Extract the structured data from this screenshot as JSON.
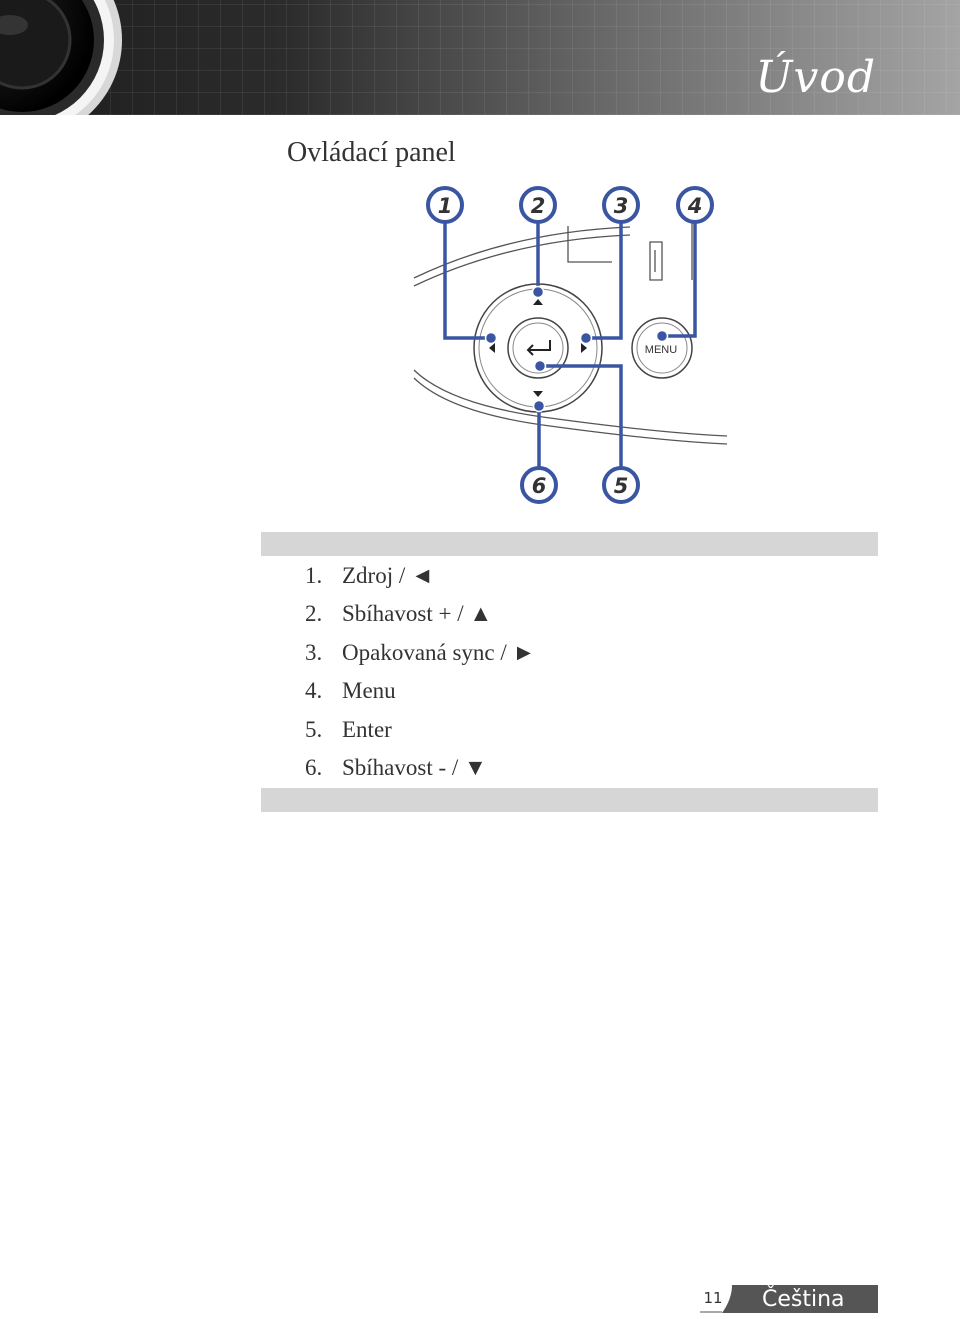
{
  "header": {
    "title": "Úvod"
  },
  "section": {
    "title": "Ovládací panel"
  },
  "diagram": {
    "callouts": [
      "1",
      "2",
      "3",
      "4",
      "6",
      "5"
    ],
    "menu_button_label": "MENU",
    "colors": {
      "callout": "#3a55a1",
      "outline": "#444444"
    }
  },
  "legend": {
    "items": [
      {
        "number": "1.",
        "label": "Zdroj / ◄"
      },
      {
        "number": "2.",
        "label": "Sbíhavost + / ▲"
      },
      {
        "number": "3.",
        "label": "Opakovaná sync / ►"
      },
      {
        "number": "4.",
        "label": "Menu"
      },
      {
        "number": "5.",
        "label": "Enter"
      },
      {
        "number": "6.",
        "label": "Sbíhavost - / ▼"
      }
    ]
  },
  "footer": {
    "page_number": "11",
    "language": "Čeština"
  }
}
